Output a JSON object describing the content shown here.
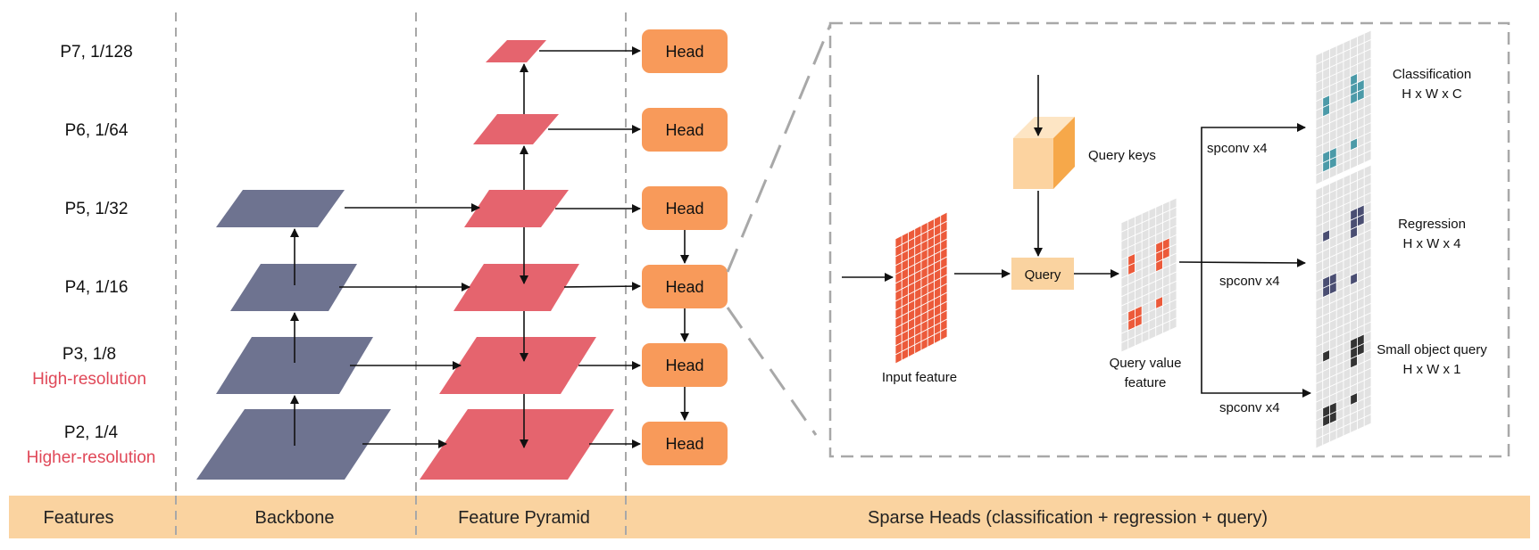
{
  "colors": {
    "backbone": "#6e7390",
    "pyramid": "#e5646e",
    "head": "#f89a5a",
    "band": "#fad3a0",
    "divider": "#a8a8a8",
    "input_cell": "#ec5a3a",
    "query_box": "#fad3a0",
    "cube_front": "#fcd3a0",
    "cube_side": "#f6a84a",
    "cube_top": "#fde5c4",
    "grid_bg": "#dddddd",
    "class_active": "#4b9aa8",
    "reg_active": "#4a4e72",
    "small_active": "#333333",
    "query_active": "#ec5a3a",
    "highlight_text": "#e04858"
  },
  "levels": [
    {
      "name": "P7, 1/128",
      "note": ""
    },
    {
      "name": "P6, 1/64",
      "note": ""
    },
    {
      "name": "P5, 1/32",
      "note": ""
    },
    {
      "name": "P4, 1/16",
      "note": ""
    },
    {
      "name": "P3, 1/8",
      "note": "High-resolution"
    },
    {
      "name": "P2, 1/4",
      "note": "Higher-resolution"
    }
  ],
  "head_label": "Head",
  "sparse_head": {
    "input_feature": "Input feature",
    "query_keys": "Query keys",
    "query": "Query",
    "query_value_line1": "Query value",
    "query_value_line2": "feature",
    "outputs": [
      {
        "conv": "spconv x4",
        "title": "Classification",
        "dims": "H x W x C"
      },
      {
        "conv": "spconv x4",
        "title": "Regression",
        "dims": "H x W x 4"
      },
      {
        "conv": "spconv x4",
        "title": "Small object query",
        "dims": "H x W x 1"
      }
    ]
  },
  "bottom_band": {
    "features": "Features",
    "backbone": "Backbone",
    "feature_pyramid": "Feature Pyramid",
    "sparse_heads": "Sparse Heads (classification + regression + query)"
  }
}
